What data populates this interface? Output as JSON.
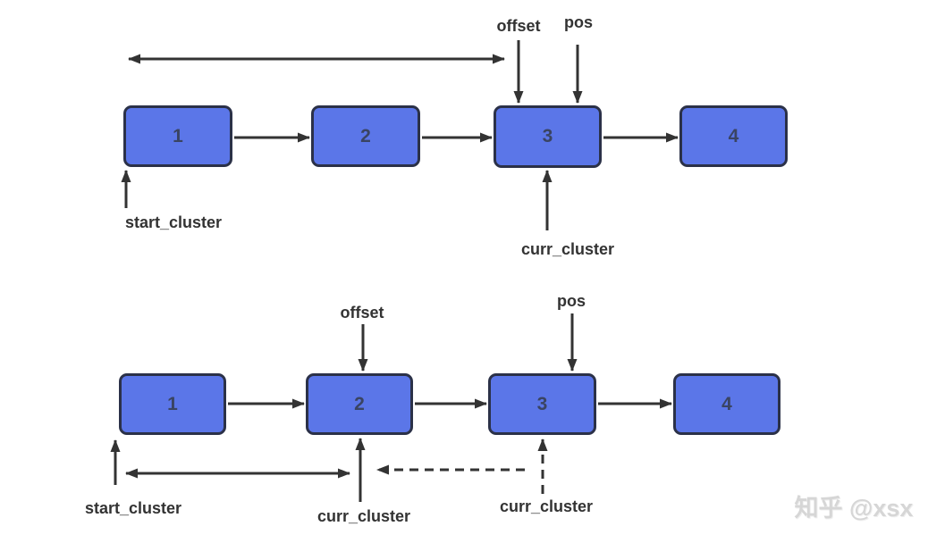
{
  "colors": {
    "background": "#ffffff",
    "box_fill": "#5b76e8",
    "box_border": "#2b3148",
    "box_number": "#3a4462",
    "line": "#333333",
    "label": "#333333",
    "watermark": "#d6d6d6"
  },
  "diagram_top": {
    "nodes": [
      {
        "label": "1"
      },
      {
        "label": "2"
      },
      {
        "label": "3"
      },
      {
        "label": "4"
      }
    ],
    "labels": {
      "offset": "offset",
      "pos": "pos",
      "start_cluster": "start_cluster",
      "curr_cluster": "curr_cluster"
    }
  },
  "diagram_bottom": {
    "nodes": [
      {
        "label": "1"
      },
      {
        "label": "2"
      },
      {
        "label": "3"
      },
      {
        "label": "4"
      }
    ],
    "labels": {
      "offset": "offset",
      "pos": "pos",
      "start_cluster": "start_cluster",
      "curr_cluster_current": "curr_cluster",
      "curr_cluster_previous": "curr_cluster"
    }
  },
  "watermark": "知乎 @xsx"
}
